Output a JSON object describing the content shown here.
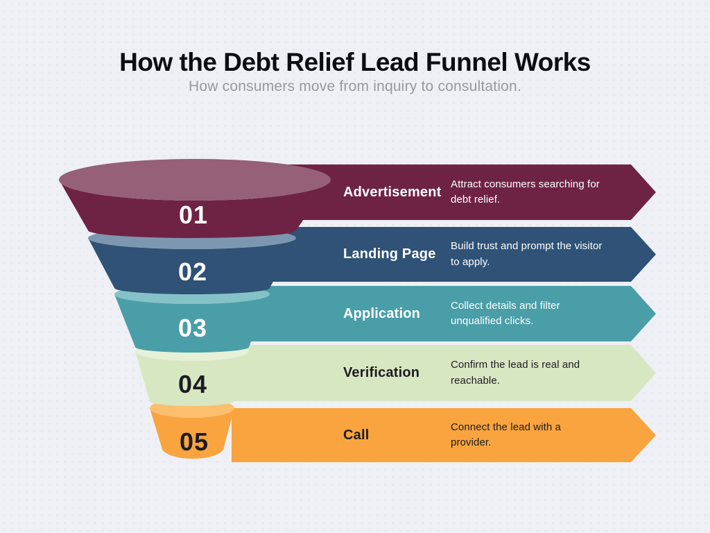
{
  "header": {
    "title": "How the Debt Relief Lead Funnel Works",
    "subtitle": "How consumers move from inquiry to consultation."
  },
  "stages": [
    {
      "number": "01",
      "label": "Advertisement",
      "description": "Attract consumers searching for debt relief.",
      "color": "#6e2345",
      "rim_color": "#966079",
      "text_color": "#ffffff"
    },
    {
      "number": "02",
      "label": "Landing Page",
      "description": "Build trust and prompt the visitor to apply.",
      "color": "#2f5276",
      "rim_color": "#7e97b0",
      "text_color": "#ffffff"
    },
    {
      "number": "03",
      "label": "Application",
      "description": "Collect details and filter unqualified clicks.",
      "color": "#4a9ea8",
      "rim_color": "#85c2c7",
      "text_color": "#ffffff"
    },
    {
      "number": "04",
      "label": "Verification",
      "description": "Confirm the lead is real and reachable.",
      "color": "#d7e7c1",
      "rim_color": "#e7f1d8",
      "text_color": "#1c1c22"
    },
    {
      "number": "05",
      "label": "Call",
      "description": "Connect the lead with a provider.",
      "color": "#f9a43e",
      "rim_color": "#fbbf6e",
      "text_color": "#1c1c22"
    }
  ],
  "background_color": "#eef0f5"
}
